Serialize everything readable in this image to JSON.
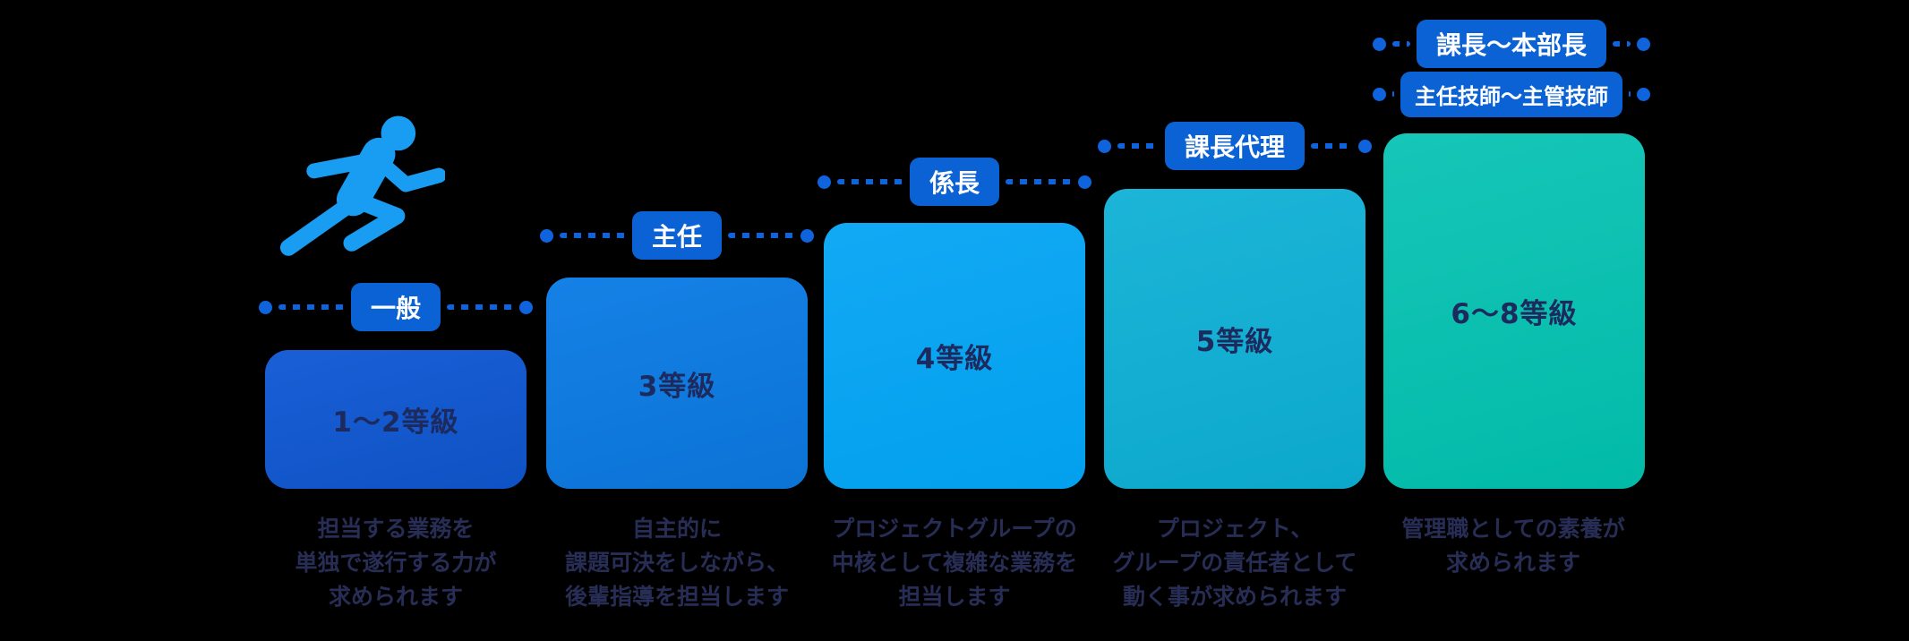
{
  "page": {
    "background": "#000000"
  },
  "icon": {
    "name": "runner-icon",
    "color": "#189DF2"
  },
  "colors": {
    "pill_blue": "#0B62D4",
    "dotted_line": "#0F63DC",
    "bar_text": "#1C2A5E",
    "description_text": "#282D55",
    "bar_colors": [
      "#1457CA",
      "#0E7BDE",
      "#0AA5F0",
      "#14AFD2",
      "#0CC0B0"
    ]
  },
  "levels": [
    {
      "grade": "1〜2等級",
      "roles": [
        "一般"
      ],
      "description_lines": [
        "担当する業務を",
        "単独で遂行する力が",
        "求められます"
      ]
    },
    {
      "grade": "3等級",
      "roles": [
        "主任"
      ],
      "description_lines": [
        "自主的に",
        "課題可決をしながら、",
        "後輩指導を担当します"
      ]
    },
    {
      "grade": "4等級",
      "roles": [
        "係長"
      ],
      "description_lines": [
        "プロジェクトグループの",
        "中核として複雑な業務を",
        "担当します"
      ]
    },
    {
      "grade": "5等級",
      "roles": [
        "課長代理"
      ],
      "description_lines": [
        "プロジェクト、",
        "グループの責任者として",
        "動く事が求められます"
      ]
    },
    {
      "grade": "6〜8等級",
      "roles": [
        "課長〜本部長",
        "主任技師〜主管技師"
      ],
      "description_lines": [
        "管理職としての素養が",
        "求められます"
      ]
    }
  ]
}
